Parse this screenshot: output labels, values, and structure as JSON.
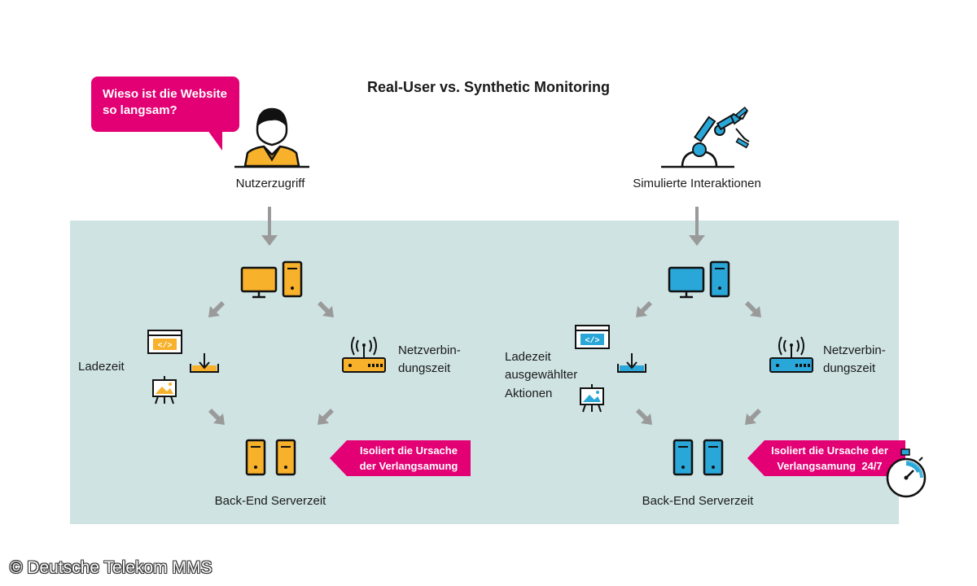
{
  "title": "Real-User vs. Synthetic Monitoring",
  "colors": {
    "panel": "#cfe3e3",
    "magenta": "#e20074",
    "real_user_accent": "#f7b12a",
    "synthetic_accent": "#2aa7d9",
    "arrow": "#9a9a9a"
  },
  "real_user": {
    "speech_bubble": "Wieso ist die Website so langsam?",
    "actor_label": "Nutzerzugriff",
    "load_time_label": "Ladezeit",
    "network_label_line1": "Netzverbin-",
    "network_label_line2": "dungszeit",
    "isolate_line1": "Isoliert die Ursache",
    "isolate_line2": "der Verlangsamung",
    "backend_label": "Back-End Serverzeit"
  },
  "synthetic": {
    "actor_label": "Simulierte Interaktionen",
    "load_time_line1": "Ladezeit",
    "load_time_line2": "ausgewählter",
    "load_time_line3": "Aktionen",
    "network_label_line1": "Netzverbin-",
    "network_label_line2": "dungszeit",
    "isolate_line1": "Isoliert die Ursache der",
    "isolate_line2": "Verlangsamung",
    "isolate_badge": "24/7",
    "backend_label": "Back-End Serverzeit"
  },
  "copyright": "© Deutsche Telekom MMS"
}
